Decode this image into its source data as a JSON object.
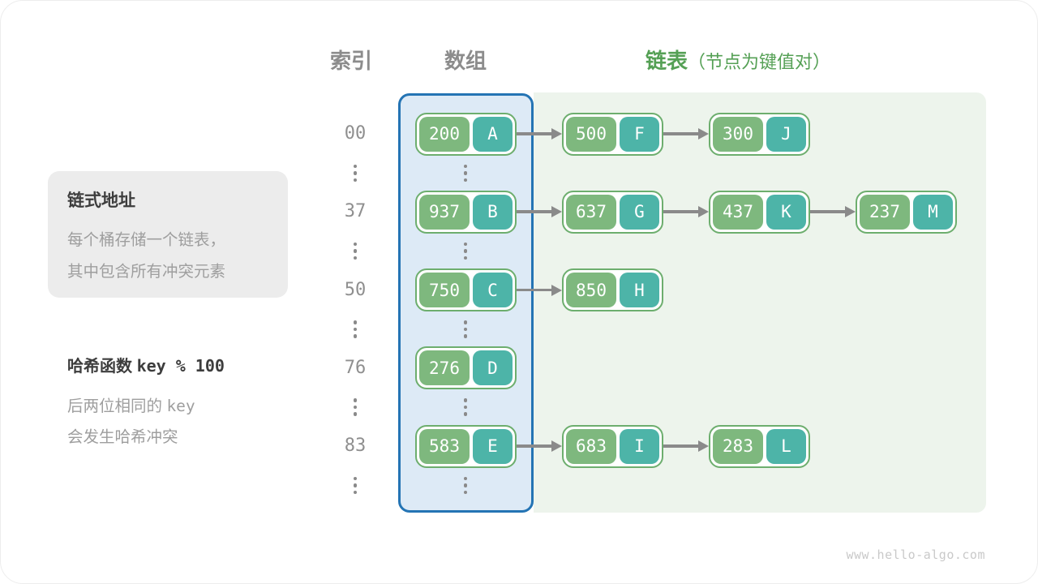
{
  "header": {
    "index_label": "索引",
    "array_label": "数组",
    "list_label": "链表",
    "list_note": "（节点为键值对）"
  },
  "info_box": {
    "title": "链式地址",
    "line1": "每个桶存储一个链表，",
    "line2": "其中包含所有冲突元素"
  },
  "hash_note": {
    "title_prefix": "哈希函数",
    "formula": "key % 100",
    "line1_prefix": "后两位相同的",
    "line1_key": "key",
    "line2": "会发生哈希冲突"
  },
  "buckets": [
    {
      "index": "00",
      "chain": [
        {
          "key": "200",
          "value": "A"
        },
        {
          "key": "500",
          "value": "F"
        },
        {
          "key": "300",
          "value": "J"
        }
      ]
    },
    {
      "index": "37",
      "chain": [
        {
          "key": "937",
          "value": "B"
        },
        {
          "key": "637",
          "value": "G"
        },
        {
          "key": "437",
          "value": "K"
        },
        {
          "key": "237",
          "value": "M"
        }
      ]
    },
    {
      "index": "50",
      "chain": [
        {
          "key": "750",
          "value": "C"
        },
        {
          "key": "850",
          "value": "H"
        }
      ]
    },
    {
      "index": "76",
      "chain": [
        {
          "key": "276",
          "value": "D"
        }
      ]
    },
    {
      "index": "83",
      "chain": [
        {
          "key": "583",
          "value": "E"
        },
        {
          "key": "683",
          "value": "I"
        },
        {
          "key": "283",
          "value": "L"
        }
      ]
    }
  ],
  "colors": {
    "key_pill": "#7eb87e",
    "value_pill": "#4db4a8",
    "node_border": "#6dae6e",
    "array_fill": "#ddeaf6",
    "array_border": "#2474b4",
    "list_bg": "#edf4ec",
    "green_text": "#55a055"
  },
  "watermark": "www.hello-algo.com"
}
